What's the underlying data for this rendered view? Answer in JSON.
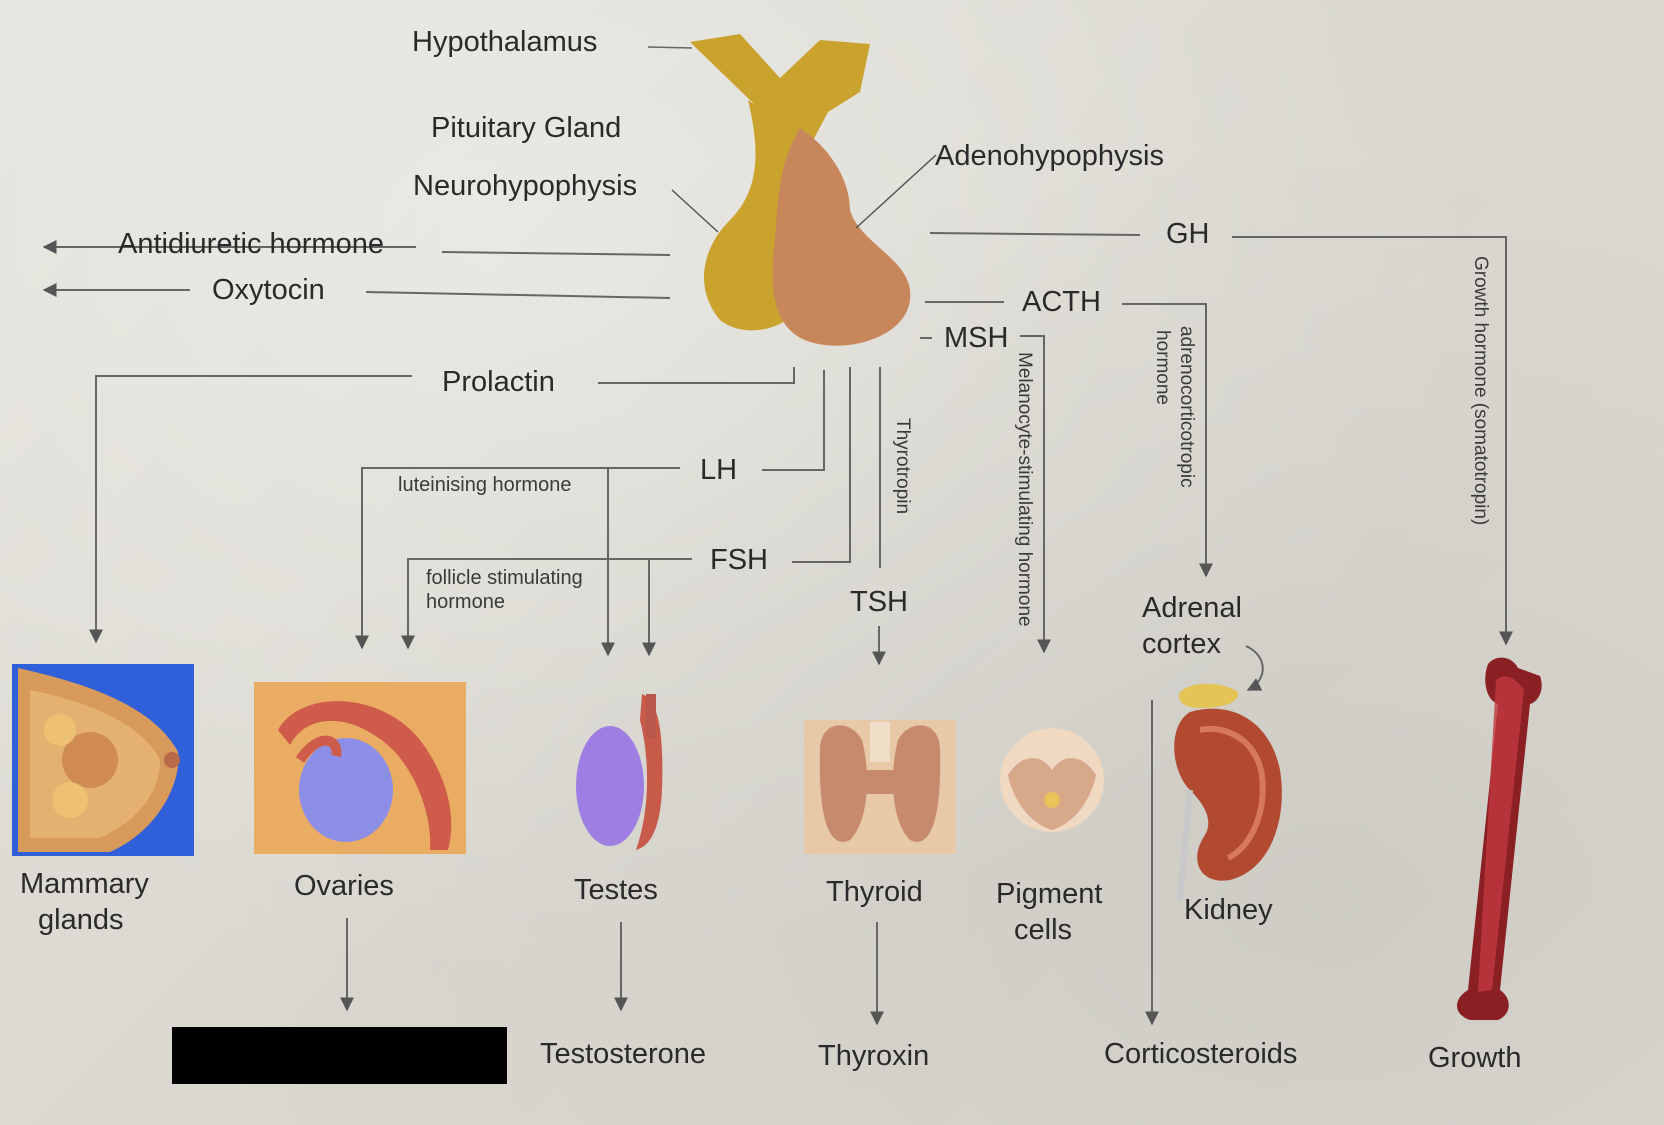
{
  "labels": {
    "hypothalamus": "Hypothalamus",
    "pituitary_gland": "Pituitary Gland",
    "neurohypophysis": "Neurohypophysis",
    "adenohypophysis": "Adenohypophysis",
    "antidiuretic_hormone": "Antidiuretic hormone",
    "oxytocin": "Oxytocin",
    "gh": "GH",
    "acth": "ACTH",
    "msh": "MSH",
    "prolactin": "Prolactin",
    "lh": "LH",
    "luteinising_hormone": "luteinising hormone",
    "fsh": "FSH",
    "follicle_stimulating_hormone": "follicle stimulating hormone",
    "tsh": "TSH",
    "thyrotropin": "Thyrotropin",
    "melanocyte_stimulating_hormone": "Melanocyte-stimulating hormone",
    "adrenocorticotropic": "adrenocorticotropic",
    "adrenocorticotropic_hormone_word": "hormone",
    "growth_hormone_somatotropin": "Growth hormone (somatotropin)",
    "adrenal": "Adrenal",
    "cortex": "cortex",
    "mammary": "Mammary",
    "glands": "glands",
    "ovaries": "Ovaries",
    "testes": "Testes",
    "thyroid": "Thyroid",
    "pigment": "Pigment",
    "cells": "cells",
    "kidney": "Kidney",
    "testosterone": "Testosterone",
    "thyroxin": "Thyroxin",
    "corticosteroids": "Corticosteroids",
    "growth": "Growth"
  },
  "colors": {
    "background": "#dedcd4",
    "neurohypophysis": "#c9a32d",
    "adenohypophysis": "#c8875a",
    "bone": "#8a1f24",
    "connector": "#666666",
    "redaction": "#000000"
  }
}
